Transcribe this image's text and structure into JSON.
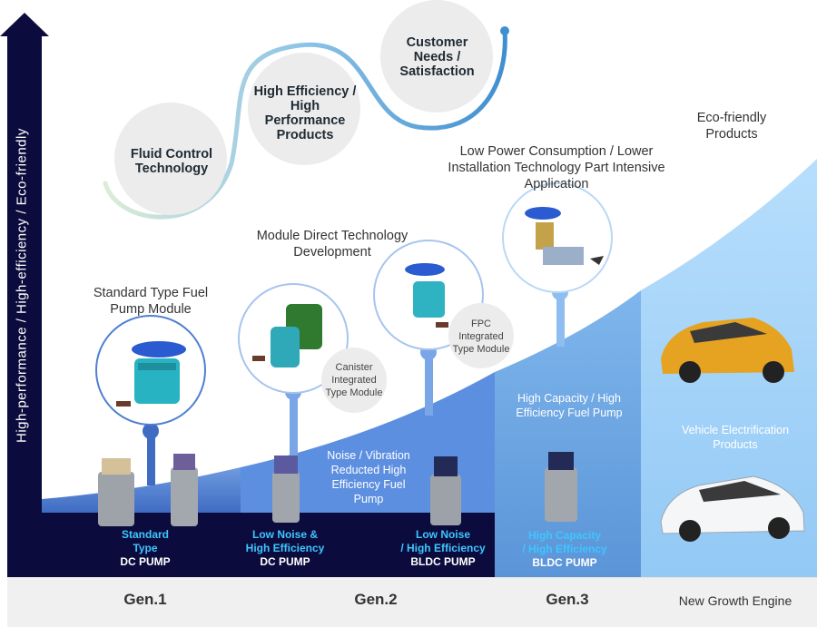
{
  "y_axis_title": "High-performance  /  High-efficiency  /  Eco-friendly",
  "bubbles": {
    "fluid_control": "Fluid Control Technology",
    "high_efficiency": "High Efficiency / High Performance Products",
    "customer_needs": "Customer Needs / Satisfaction"
  },
  "milestones": {
    "standard_module": "Standard Type Fuel Pump Module",
    "module_direct": "Module Direct Technology Development",
    "low_power": "Low Power Consumption / Lower Installation Technology Part Intensive Application",
    "eco_friendly": "Eco-friendly Products"
  },
  "small_bubbles": {
    "canister": "Canister Integrated Type Module",
    "fpc": "FPC Integrated Type Module"
  },
  "area_labels": {
    "noise_vibration": "Noise / Vibration Reducted High Efficiency Fuel Pump",
    "high_capacity": "High Capacity / High Efficiency Fuel Pump",
    "vehicle_electrification": "Vehicle Electrification Products"
  },
  "pumps": [
    {
      "line1": "Standard",
      "line2": "Type",
      "line3": "DC PUMP"
    },
    {
      "line1": "Low Noise &",
      "line2": "High Efficiency",
      "line3": "DC PUMP"
    },
    {
      "line1": "Low Noise",
      "line2": "/ High Efficiency",
      "line3": "BLDC PUMP"
    },
    {
      "line1": "High Capacity",
      "line2": "/ High Efficiency",
      "line3": "BLDC PUMP"
    }
  ],
  "generations": {
    "gen1": "Gen.1",
    "gen2": "Gen.2",
    "gen3": "Gen.3",
    "new_growth": "New Growth Engine"
  },
  "colors": {
    "dark_navy": "#0b0c3d",
    "gen1_blue": "#4f7fd0",
    "gen2_blue": "#5c8fe0",
    "gen3_blue": "#6ea7e6",
    "eco_blue": "#9fd0f8",
    "cyan_text": "#3ec6ff"
  }
}
